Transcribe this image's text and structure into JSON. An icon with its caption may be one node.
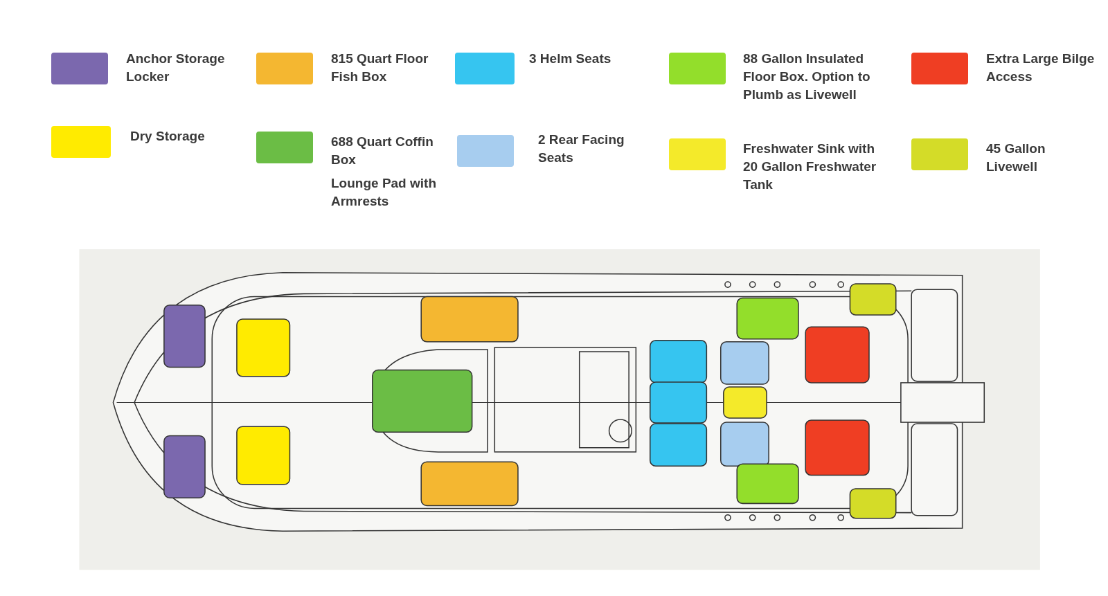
{
  "diagram": {
    "legend": [
      {
        "text": "Anchor Storage Locker",
        "color": "#7b68ae"
      },
      {
        "text": "815 Quart Floor Fish Box",
        "color": "#f4b731"
      },
      {
        "text": "3 Helm Seats",
        "color": "#36c5f0"
      },
      {
        "text": "88 Gallon Insulated Floor Box. Option to Plumb as Livewell",
        "color": "#93de2b"
      },
      {
        "text": "Extra Large Bilge Access",
        "color": "#ef3e23"
      },
      {
        "text": "Dry Storage",
        "color": "#ffeb00"
      },
      {
        "text": "688 Quart Coffin Box",
        "color": "#6bbd45"
      },
      {
        "text": "2 Rear Facing Seats",
        "color": "#a7cdef"
      },
      {
        "text": "Freshwater Sink with 20 Gallon Freshwater Tank",
        "color": "#f4ea2a"
      },
      {
        "text": "45 Gallon Livewell",
        "color": "#d4dc28"
      }
    ],
    "labels": [
      "Lounge Pad with Armrests"
    ]
  }
}
